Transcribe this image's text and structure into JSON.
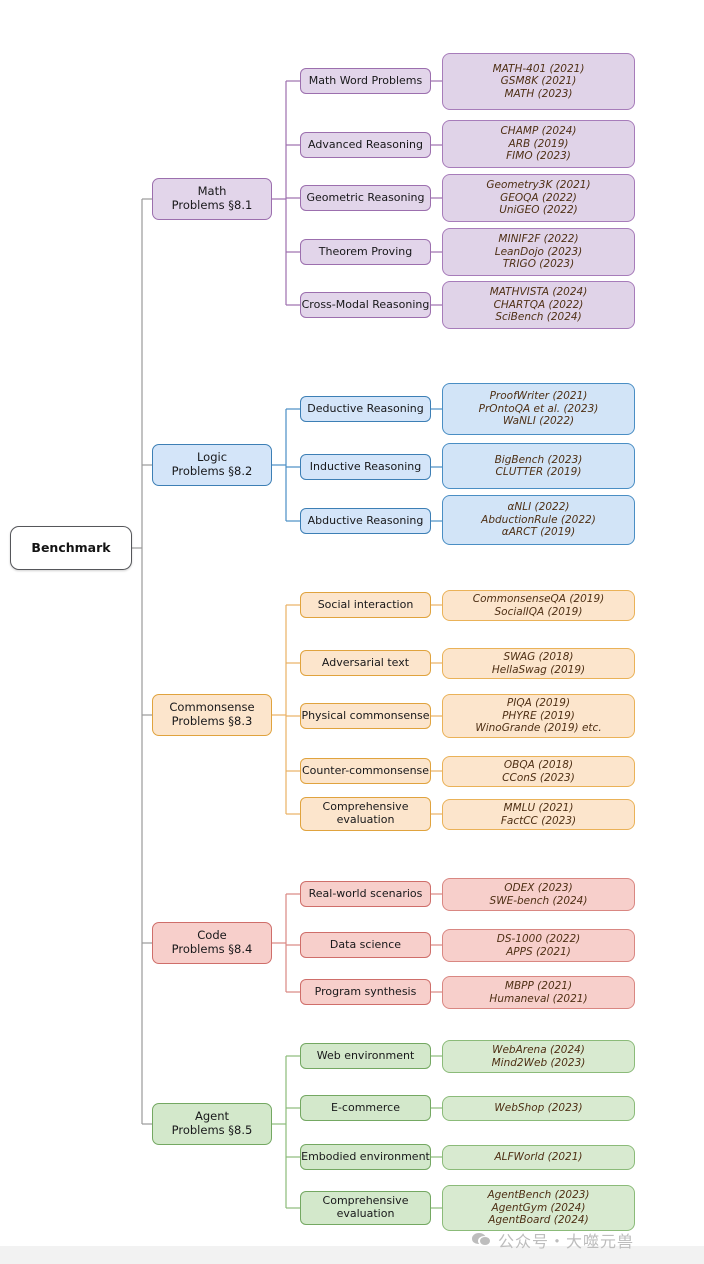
{
  "root": {
    "label": "Benchmark"
  },
  "watermark": {
    "icon": "wechat-icon",
    "text": "公众号・大噬元兽"
  },
  "palette": {
    "math": "#e2d5ea",
    "math_border": "#9c6fae",
    "logic": "#d4e5f9",
    "logic_border": "#3d7fb5",
    "commonsense": "#fce5cc",
    "commonsense_border": "#e0a33e",
    "code": "#f7cfcb",
    "code_border": "#cf6e6a",
    "agent": "#d3e8cb",
    "agent_border": "#74a862",
    "root_border": "#55565a",
    "text": "#4f3015"
  },
  "branches": [
    {
      "id": "math",
      "title_line1": "Math",
      "title_line2": "Problems §8.1",
      "children": [
        {
          "label": "Math Word Problems",
          "items": [
            "MATH-401 (2021)",
            "GSM8K (2021)",
            "MATH (2023)"
          ]
        },
        {
          "label": "Advanced Reasoning",
          "items": [
            "CHAMP (2024)",
            "ARB (2019)",
            "FIMO (2023)"
          ]
        },
        {
          "label": "Geometric Reasoning",
          "items": [
            "Geometry3K (2021)",
            "GEOQA (2022)",
            "UniGEO (2022)"
          ]
        },
        {
          "label": "Theorem Proving",
          "items": [
            "MINIF2F (2022)",
            "LeanDojo (2023)",
            "TRIGO (2023)"
          ]
        },
        {
          "label": "Cross-Modal Reasoning",
          "items": [
            "MATHVISTA (2024)",
            "CHARTQA (2022)",
            "SciBench (2024)"
          ]
        }
      ]
    },
    {
      "id": "logic",
      "title_line1": "Logic",
      "title_line2": "Problems §8.2",
      "children": [
        {
          "label": "Deductive Reasoning",
          "items": [
            "ProofWriter (2021)",
            "PrOntoQA et al. (2023)",
            "WaNLI (2022)"
          ]
        },
        {
          "label": "Inductive Reasoning",
          "items": [
            "BigBench (2023)",
            "CLUTTER (2019)"
          ]
        },
        {
          "label": "Abductive Reasoning",
          "items": [
            "αNLI (2022)",
            "AbductionRule (2022)",
            "αARCT (2019)"
          ]
        }
      ]
    },
    {
      "id": "commonsense",
      "title_line1": "Commonsense",
      "title_line2": "Problems §8.3",
      "children": [
        {
          "label": "Social interaction",
          "items": [
            "CommonsenseQA (2019)",
            "SocialIQA (2019)"
          ]
        },
        {
          "label": "Adversarial text",
          "items": [
            "SWAG (2018)",
            "HellaSwag (2019)"
          ]
        },
        {
          "label": "Physical commonsense",
          "items": [
            "PIQA (2019)",
            "PHYRE (2019)",
            "WinoGrande (2019) etc."
          ]
        },
        {
          "label": "Counter-commonsense",
          "items": [
            "OBQA (2018)",
            "CConS (2023)"
          ]
        },
        {
          "label_line1": "Comprehensive",
          "label_line2": "evaluation",
          "items": [
            "MMLU (2021)",
            "FactCC (2023)"
          ]
        }
      ]
    },
    {
      "id": "code",
      "title_line1": "Code",
      "title_line2": "Problems §8.4",
      "children": [
        {
          "label": "Real-world scenarios",
          "items": [
            "ODEX (2023)",
            "SWE-bench (2024)"
          ]
        },
        {
          "label": "Data science",
          "items": [
            "DS-1000 (2022)",
            "APPS (2021)"
          ]
        },
        {
          "label": "Program synthesis",
          "items": [
            "MBPP (2021)",
            "Humaneval (2021)"
          ]
        }
      ]
    },
    {
      "id": "agent",
      "title_line1": "Agent",
      "title_line2": "Problems §8.5",
      "children": [
        {
          "label": "Web environment",
          "items": [
            "WebArena (2024)",
            "Mind2Web (2023)"
          ]
        },
        {
          "label": "E-commerce",
          "items": [
            "WebShop (2023)"
          ]
        },
        {
          "label": "Embodied environment",
          "items": [
            "ALFWorld (2021)"
          ]
        },
        {
          "label_line1": "Comprehensive",
          "label_line2": "evaluation",
          "items": [
            "AgentBench (2023)",
            "AgentGym (2024)",
            "AgentBoard (2024)"
          ]
        }
      ]
    }
  ]
}
